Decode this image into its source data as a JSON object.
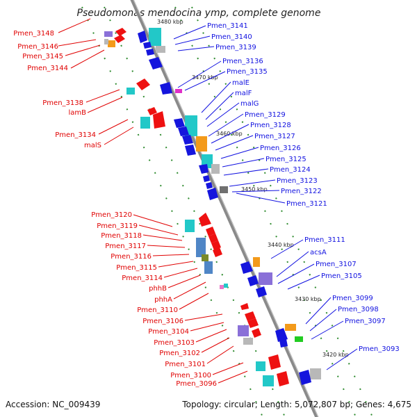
{
  "title": "Pseudomonas mendocina ymp, complete genome",
  "footer": {
    "accession": "Accession: NC_009439",
    "topology": "Topology: circular; Length: 5,072,807 bp; Genes: 4,675"
  },
  "scale_labels": [
    "3480 kbp",
    "3470 kbp",
    "3460 kbp",
    "3450 kbp",
    "3440 kbp",
    "3430 kbp",
    "3420 kbp"
  ],
  "left_labels": [
    "Pmen_3148",
    "Pmen_3146",
    "Pmen_3145",
    "Pmen_3144",
    "Pmen_3138",
    "lamB",
    "Pmen_3134",
    "malS",
    "Pmen_3120",
    "Pmen_3119",
    "Pmen_3118",
    "Pmen_3117",
    "Pmen_3116",
    "Pmen_3115",
    "Pmen_3114",
    "phhB",
    "phhA",
    "Pmen_3110",
    "Pmen_3106",
    "Pmen_3104",
    "Pmen_3103",
    "Pmen_3102",
    "Pmen_3101",
    "Pmen_3100",
    "Pmen_3096"
  ],
  "right_labels": [
    "Pmen_3141",
    "Pmen_3140",
    "Pmen_3139",
    "Pmen_3136",
    "Pmen_3135",
    "malE",
    "malF",
    "malG",
    "Pmen_3129",
    "Pmen_3128",
    "Pmen_3127",
    "Pmen_3126",
    "Pmen_3125",
    "Pmen_3124",
    "Pmen_3123",
    "Pmen_3122",
    "Pmen_3121",
    "Pmen_3111",
    "acsA",
    "Pmen_3107",
    "Pmen_3105",
    "Pmen_3099",
    "Pmen_3098",
    "Pmen_3097",
    "Pmen_3093"
  ],
  "colors": {
    "left_label": "#e00000",
    "right_label": "#1010e0",
    "backbone": "#8a8a8a",
    "tick": "#2e8b2e",
    "forward_gene": "#ee1111",
    "reverse_gene": "#1515dd",
    "cyan_gene": "#22c8c8",
    "orange_gene": "#f39a1a",
    "steelblue_gene": "#4f86c6",
    "olive_gene": "#7a8a2a",
    "violet_gene": "#8a70d8",
    "grey_gene": "#b8b8b8",
    "magenta_gene": "#e02ec8",
    "green_gene": "#22cc22"
  }
}
